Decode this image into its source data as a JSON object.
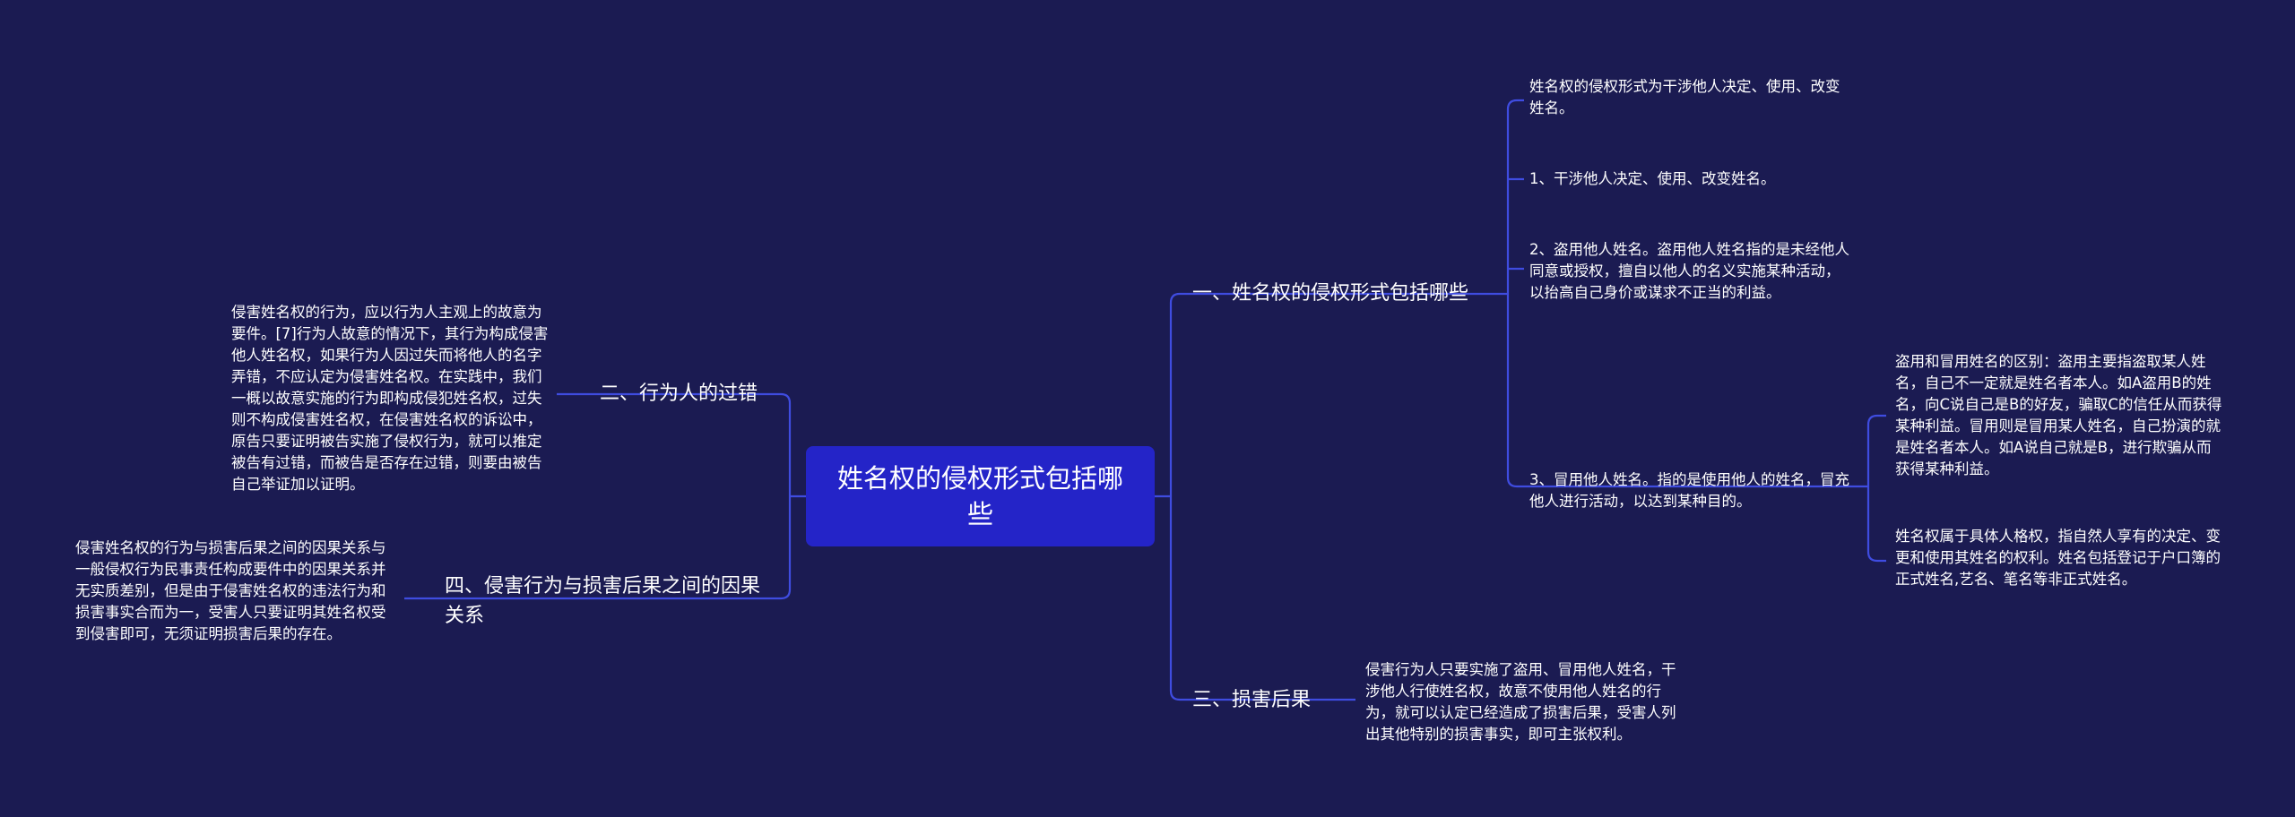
{
  "root": {
    "title": "姓名权的侵权形式包括哪些"
  },
  "branches": {
    "b1": {
      "title": "一、姓名权的侵权形式包括哪些",
      "children": {
        "intro": "姓名权的侵权形式为干涉他人决定、使用、改变姓名。",
        "item1": "1、干涉他人决定、使用、改变姓名。",
        "item2": "2、盗用他人姓名。盗用他人姓名指的是未经他人同意或授权，擅自以他人的名义实施某种活动，以抬高自己身价或谋求不正当的利益。",
        "item3": {
          "text": "3、冒用他人姓名。指的是使用他人的姓名，冒充他人进行活动，以达到某种目的。",
          "children": {
            "diff": "盗用和冒用姓名的区别：盗用主要指盗取某人姓名，自己不一定就是姓名者本人。如A盗用B的姓名，向C说自己是B的好友，骗取C的信任从而获得某种利益。冒用则是冒用某人姓名，自己扮演的就是姓名者本人。如A说自己就是B，进行欺骗从而获得某种利益。",
            "scope": "姓名权属于具体人格权，指自然人享有的决定、变更和使用其姓名的权利。姓名包括登记于户口簿的正式姓名,艺名、笔名等非正式姓名。"
          }
        }
      }
    },
    "b2": {
      "title": "二、行为人的过错",
      "child": "侵害姓名权的行为，应以行为人主观上的故意为要件。[7]行为人故意的情况下，其行为构成侵害他人姓名权，如果行为人因过失而将他人的名字弄错，不应认定为侵害姓名权。在实践中，我们一概以故意实施的行为即构成侵犯姓名权，过失则不构成侵害姓名权，在侵害姓名权的诉讼中，原告只要证明被告实施了侵权行为，就可以推定被告有过错，而被告是否存在过错，则要由被告自己举证加以证明。"
    },
    "b3": {
      "title": "三、损害后果",
      "child": "侵害行为人只要实施了盗用、冒用他人姓名，干涉他人行使姓名权，故意不使用他人姓名的行为，就可以认定已经造成了损害后果，受害人列出其他特别的损害事实，即可主张权利。"
    },
    "b4": {
      "title": "四、侵害行为与损害后果之间的因果关系",
      "child": "侵害姓名权的行为与损害后果之间的因果关系与一般侵权行为民事责任构成要件中的因果关系并无实质差别，但是由于侵害姓名权的违法行为和损害事实合而为一，受害人只要证明其姓名权受到侵害即可，无须证明损害后果的存在。"
    }
  },
  "colors": {
    "background": "#1b1b52",
    "root_fill": "#2424c8",
    "connector": "#3f4ce0",
    "text": "#ffffff"
  }
}
